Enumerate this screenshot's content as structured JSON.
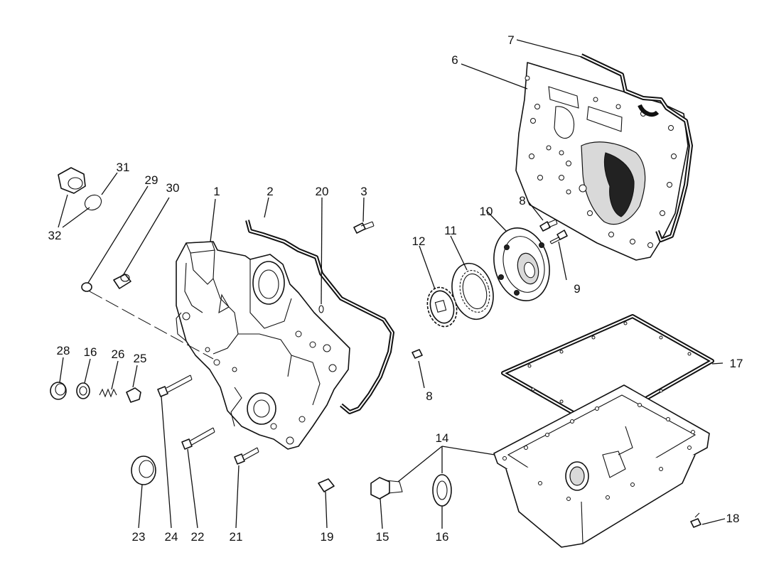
{
  "diagram": {
    "parts": [
      {
        "id": "p1",
        "number": "1"
      },
      {
        "id": "p2",
        "number": "2"
      },
      {
        "id": "p3",
        "number": "3"
      },
      {
        "id": "p6",
        "number": "6"
      },
      {
        "id": "p7",
        "number": "7"
      },
      {
        "id": "p8a",
        "number": "8"
      },
      {
        "id": "p8b",
        "number": "8"
      },
      {
        "id": "p9",
        "number": "9"
      },
      {
        "id": "p10",
        "number": "10"
      },
      {
        "id": "p11",
        "number": "11"
      },
      {
        "id": "p12",
        "number": "12"
      },
      {
        "id": "p14",
        "number": "14"
      },
      {
        "id": "p15",
        "number": "15"
      },
      {
        "id": "p16a",
        "number": "16"
      },
      {
        "id": "p16b",
        "number": "16"
      },
      {
        "id": "p17",
        "number": "17"
      },
      {
        "id": "p18",
        "number": "18"
      },
      {
        "id": "p19",
        "number": "19"
      },
      {
        "id": "p20",
        "number": "20"
      },
      {
        "id": "p21",
        "number": "21"
      },
      {
        "id": "p22",
        "number": "22"
      },
      {
        "id": "p23",
        "number": "23"
      },
      {
        "id": "p24",
        "number": "24"
      },
      {
        "id": "p25",
        "number": "25"
      },
      {
        "id": "p26",
        "number": "26"
      },
      {
        "id": "p28",
        "number": "28"
      },
      {
        "id": "p29",
        "number": "29"
      },
      {
        "id": "p30",
        "number": "30"
      },
      {
        "id": "p31",
        "number": "31"
      },
      {
        "id": "p32",
        "number": "32"
      }
    ]
  }
}
